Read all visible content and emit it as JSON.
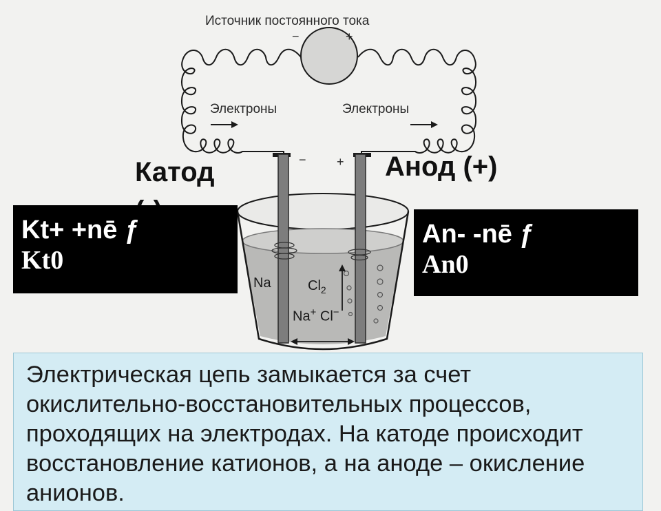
{
  "diagram": {
    "source_label": "Источник постоянного тока",
    "source_minus": "−",
    "source_plus": "+",
    "electrons_left": "Электроны",
    "electrons_right": "Электроны",
    "electrode_minus": "−",
    "electrode_plus": "+",
    "cathode_label": "Катод\n(-)",
    "anode_label": "Анод (+)",
    "ion_na": "Na",
    "ion_cl2": "Cl",
    "ion_cl2_sub": "2",
    "ion_na_plus": "Na",
    "ion_na_plus_sup": "+",
    "ion_cl_minus": "Cl",
    "ion_cl_minus_sup": "−"
  },
  "equations": {
    "cathode_line1": "Kt+ +nē ƒ",
    "cathode_line2": "Kt0",
    "anode_line1": "An- -nē ƒ",
    "anode_line2": "An0"
  },
  "info_text": "Электрическая цепь замыкается за счет окислительно-восстановительных процессов, проходящих на электродах. На катоде происходит восстановление катионов, а на аноде – окисление анионов."
}
